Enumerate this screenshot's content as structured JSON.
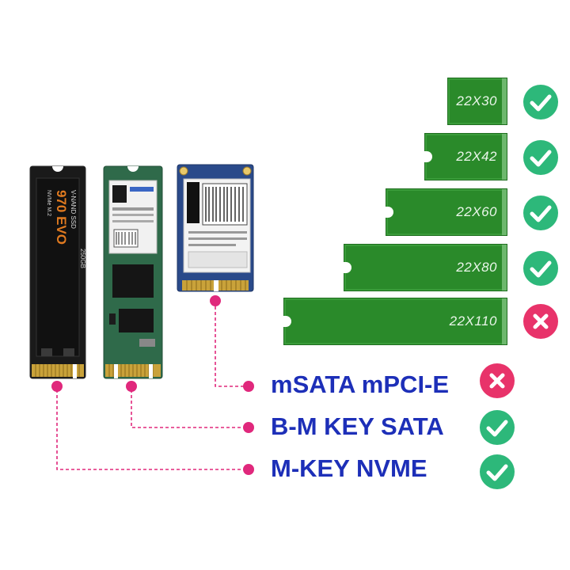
{
  "sizes": [
    {
      "label": "22X30",
      "status": "supported"
    },
    {
      "label": "22X42",
      "status": "supported"
    },
    {
      "label": "22X60",
      "status": "supported"
    },
    {
      "label": "22X80",
      "status": "supported"
    },
    {
      "label": "22X110",
      "status": "unsupported"
    }
  ],
  "interfaces": [
    {
      "label": "mSATA mPCI-E",
      "status": "unsupported"
    },
    {
      "label": "B-M KEY SATA",
      "status": "supported"
    },
    {
      "label": "M-KEY NVME",
      "status": "supported"
    }
  ],
  "cards": {
    "nvme_brand": "V-NAND SSD",
    "nvme_model": "970 EVO",
    "nvme_sub": "NVMe M.2",
    "nvme_capacity": "250GB"
  },
  "colors": {
    "board_green": "#2a8a2a",
    "check_green": "#2db87a",
    "cross_red": "#e8336a",
    "interface_text": "#1d2fb8",
    "connector_pink": "#e0287c"
  },
  "icons": {
    "supported": "check-circle-icon",
    "unsupported": "x-circle-icon"
  }
}
